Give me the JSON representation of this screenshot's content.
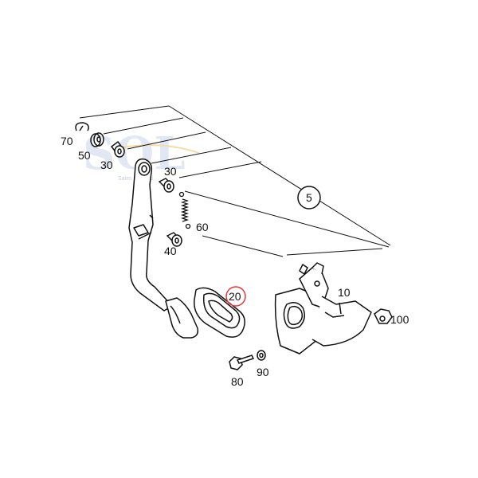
{
  "diagram": {
    "callouts": [
      "70",
      "50",
      "30",
      "30",
      "60",
      "40",
      "20",
      "10",
      "5",
      "100",
      "80",
      "90"
    ],
    "highlight_color": "#e8393a",
    "line_color": "#111111",
    "watermark": {
      "logo": "SQL",
      "tagline": "Sales Co., Ltd.",
      "color": "#c9d4ea",
      "accent": "#f0c060"
    }
  }
}
